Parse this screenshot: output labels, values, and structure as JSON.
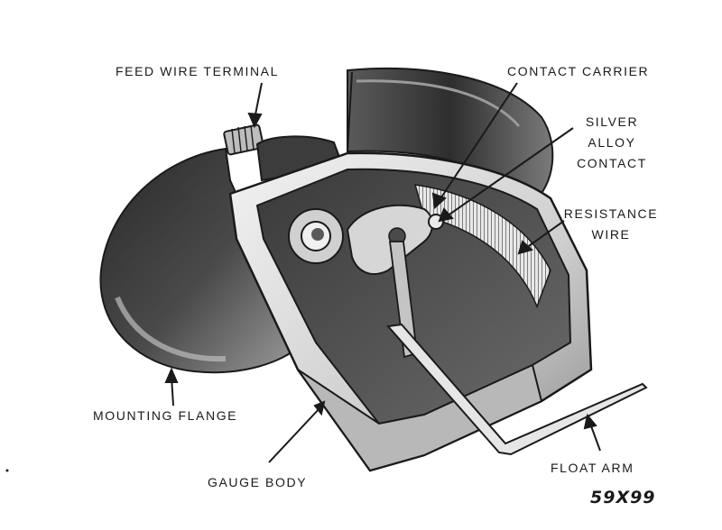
{
  "labels": {
    "feed_wire_terminal": "FEED WIRE TERMINAL",
    "contact_carrier": "CONTACT CARRIER",
    "silver_alloy_contact": [
      "SILVER",
      "ALLOY",
      "CONTACT"
    ],
    "resistance_wire": [
      "RESISTANCE",
      "WIRE"
    ],
    "mounting_flange": "MOUNTING FLANGE",
    "gauge_body": "GAUGE BODY",
    "float_arm": "FLOAT ARM"
  },
  "figure_code": "59X99",
  "colors": {
    "ink": "#1a1a1a",
    "dark_shade": "#3a3a3a",
    "mid_shade": "#8a8a8a",
    "light_shade": "#d6d6d6",
    "paper": "#ffffff"
  }
}
